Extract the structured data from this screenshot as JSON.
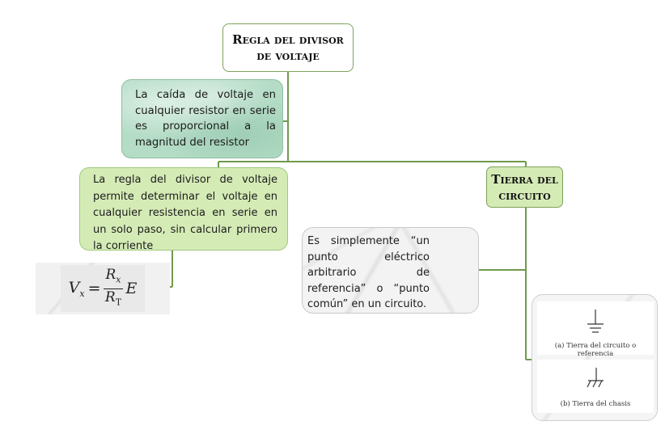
{
  "main_title": "Regla del divisor de voltaje",
  "green_note": "La caída de voltaje en cualquier resistor en serie es proporcional a la magnitud del resistor",
  "rule_note": "La regla del divisor de voltaje permite determinar el voltaje en cualquier resistencia en serie en un solo paso, sin calcular primero la corriente",
  "formula": {
    "lhs": "V",
    "lhs_sub": "x",
    "equals": "=",
    "num": "R",
    "num_sub": "x",
    "den": "R",
    "den_sub": "T",
    "rhs": "E"
  },
  "tierra_title": "Tierra del circuito",
  "tierra_note": "Es simplemente “un punto eléctrico arbitrario de referencia” o “punto común” en un circuito.",
  "ground_figure": {
    "caption_a": "(a) Tierra del circuito o referencia",
    "caption_b": "(b) Tierra del chasis",
    "icon_a": "circuit-ground-symbol",
    "icon_b": "chassis-ground-symbol"
  },
  "colors": {
    "connector": "#6f9a4c",
    "green_box": "#b4dcc6",
    "lightgreen_box": "#d5ebb6"
  }
}
